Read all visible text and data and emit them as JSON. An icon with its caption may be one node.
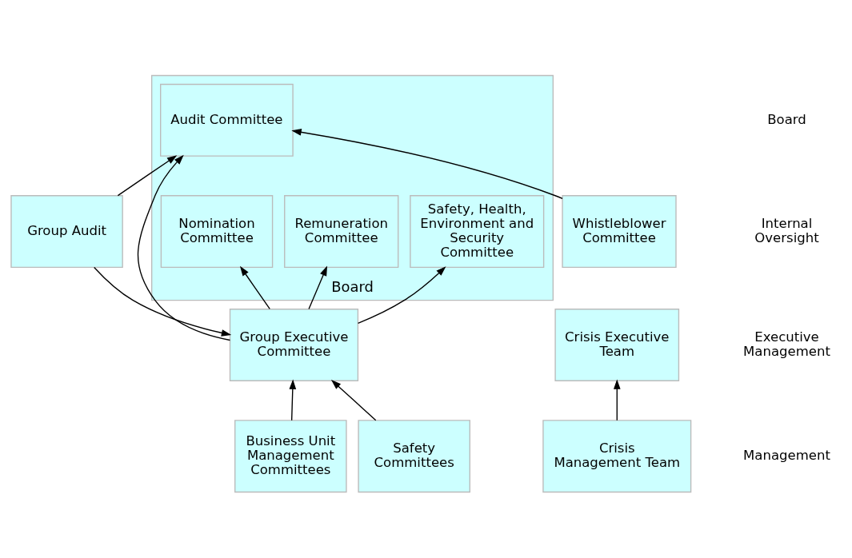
{
  "diagram": {
    "nodes": [
      {
        "text": [
          "Board"
        ]
      },
      {
        "text": [
          "Audit Committee"
        ],
        "in": 0
      },
      {
        "text": [
          "Safety, Health, Environment and Security Committee"
        ],
        "in": 0
      },
      {
        "text": [
          "Remuneration Committee"
        ],
        "in": 0
      },
      {
        "text": [
          "Nomination Committee"
        ],
        "in": 0
      },
      {
        "text": [
          "Whistleblower Committee"
        ]
      },
      {
        "text": [
          "Group Audit"
        ]
      },
      {
        "text": [
          "Group Executive Committee"
        ]
      },
      {
        "text": [
          "Crisis Executive Team"
        ]
      },
      {
        "text": [
          "Business Unit Management Committees"
        ]
      },
      {
        "text": [
          "Safety Committees"
        ]
      },
      {
        "text": [
          "Crisis Management Team"
        ]
      }
    ],
    "edges": [
      {
        "from": 5,
        "to": 1,
        "arrow": "to"
      },
      {
        "from": 6,
        "to": 1,
        "arrow": "to"
      },
      {
        "from": 6,
        "to": 7,
        "arrow": "to"
      },
      {
        "from": 7,
        "to": 1,
        "arrow": "to"
      },
      {
        "from": 7,
        "to": 2,
        "arrow": "to"
      },
      {
        "from": 7,
        "to": 3,
        "arrow": "to"
      },
      {
        "from": 7,
        "to": 4,
        "arrow": "to"
      },
      {
        "from": 9,
        "to": 7,
        "arrow": "to"
      },
      {
        "from": 10,
        "to": 7,
        "arrow": "to"
      },
      {
        "from": 11,
        "to": 8,
        "arrow": "to"
      }
    ],
    "labels": [
      "Board",
      "Internal Oversight",
      "Executive Management",
      "Management"
    ]
  }
}
